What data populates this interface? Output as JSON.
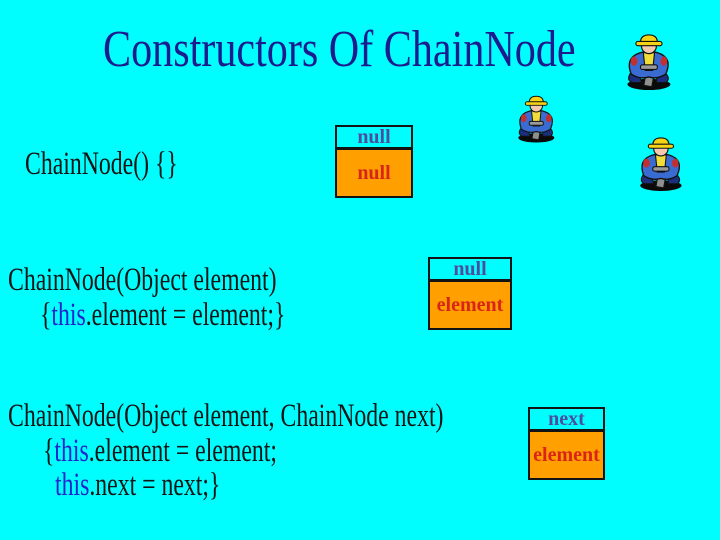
{
  "slide": {
    "title": "Constructors Of ChainNode"
  },
  "colors": {
    "background": "#00feff",
    "title": "#1c1c8f",
    "code_text": "#141414",
    "keyword_blue": "#2323cd",
    "box_top_text": "#4d4d9e",
    "box_bottom_text": "#db2418",
    "box_fill_orange": "#ffa000",
    "box_border": "#131313"
  },
  "sections": [
    {
      "lines": [
        {
          "segments": [
            {
              "text": "ChainNode() {}"
            }
          ]
        }
      ],
      "box": {
        "top": "null",
        "bottom": "null"
      }
    },
    {
      "lines": [
        {
          "segments": [
            {
              "text": "ChainNode(Object element)"
            }
          ]
        },
        {
          "segments": [
            {
              "text": "{"
            },
            {
              "text": "this"
            },
            {
              "text": ".element = element;}"
            }
          ]
        }
      ],
      "box": {
        "top": "null",
        "bottom": "element"
      }
    },
    {
      "lines": [
        {
          "segments": [
            {
              "text": "ChainNode(Object element, ChainNode next)"
            }
          ]
        },
        {
          "segments": [
            {
              "text": "{"
            },
            {
              "text": "this"
            },
            {
              "text": ".element = element;"
            }
          ]
        },
        {
          "segments": [
            {
              "text": "this"
            },
            {
              "text": ".next = next;}"
            }
          ]
        }
      ],
      "box": {
        "top": "next",
        "bottom": "element"
      }
    }
  ],
  "decorations": {
    "worker_icon_label": "construction worker with jackhammer",
    "worker_count": 3
  }
}
